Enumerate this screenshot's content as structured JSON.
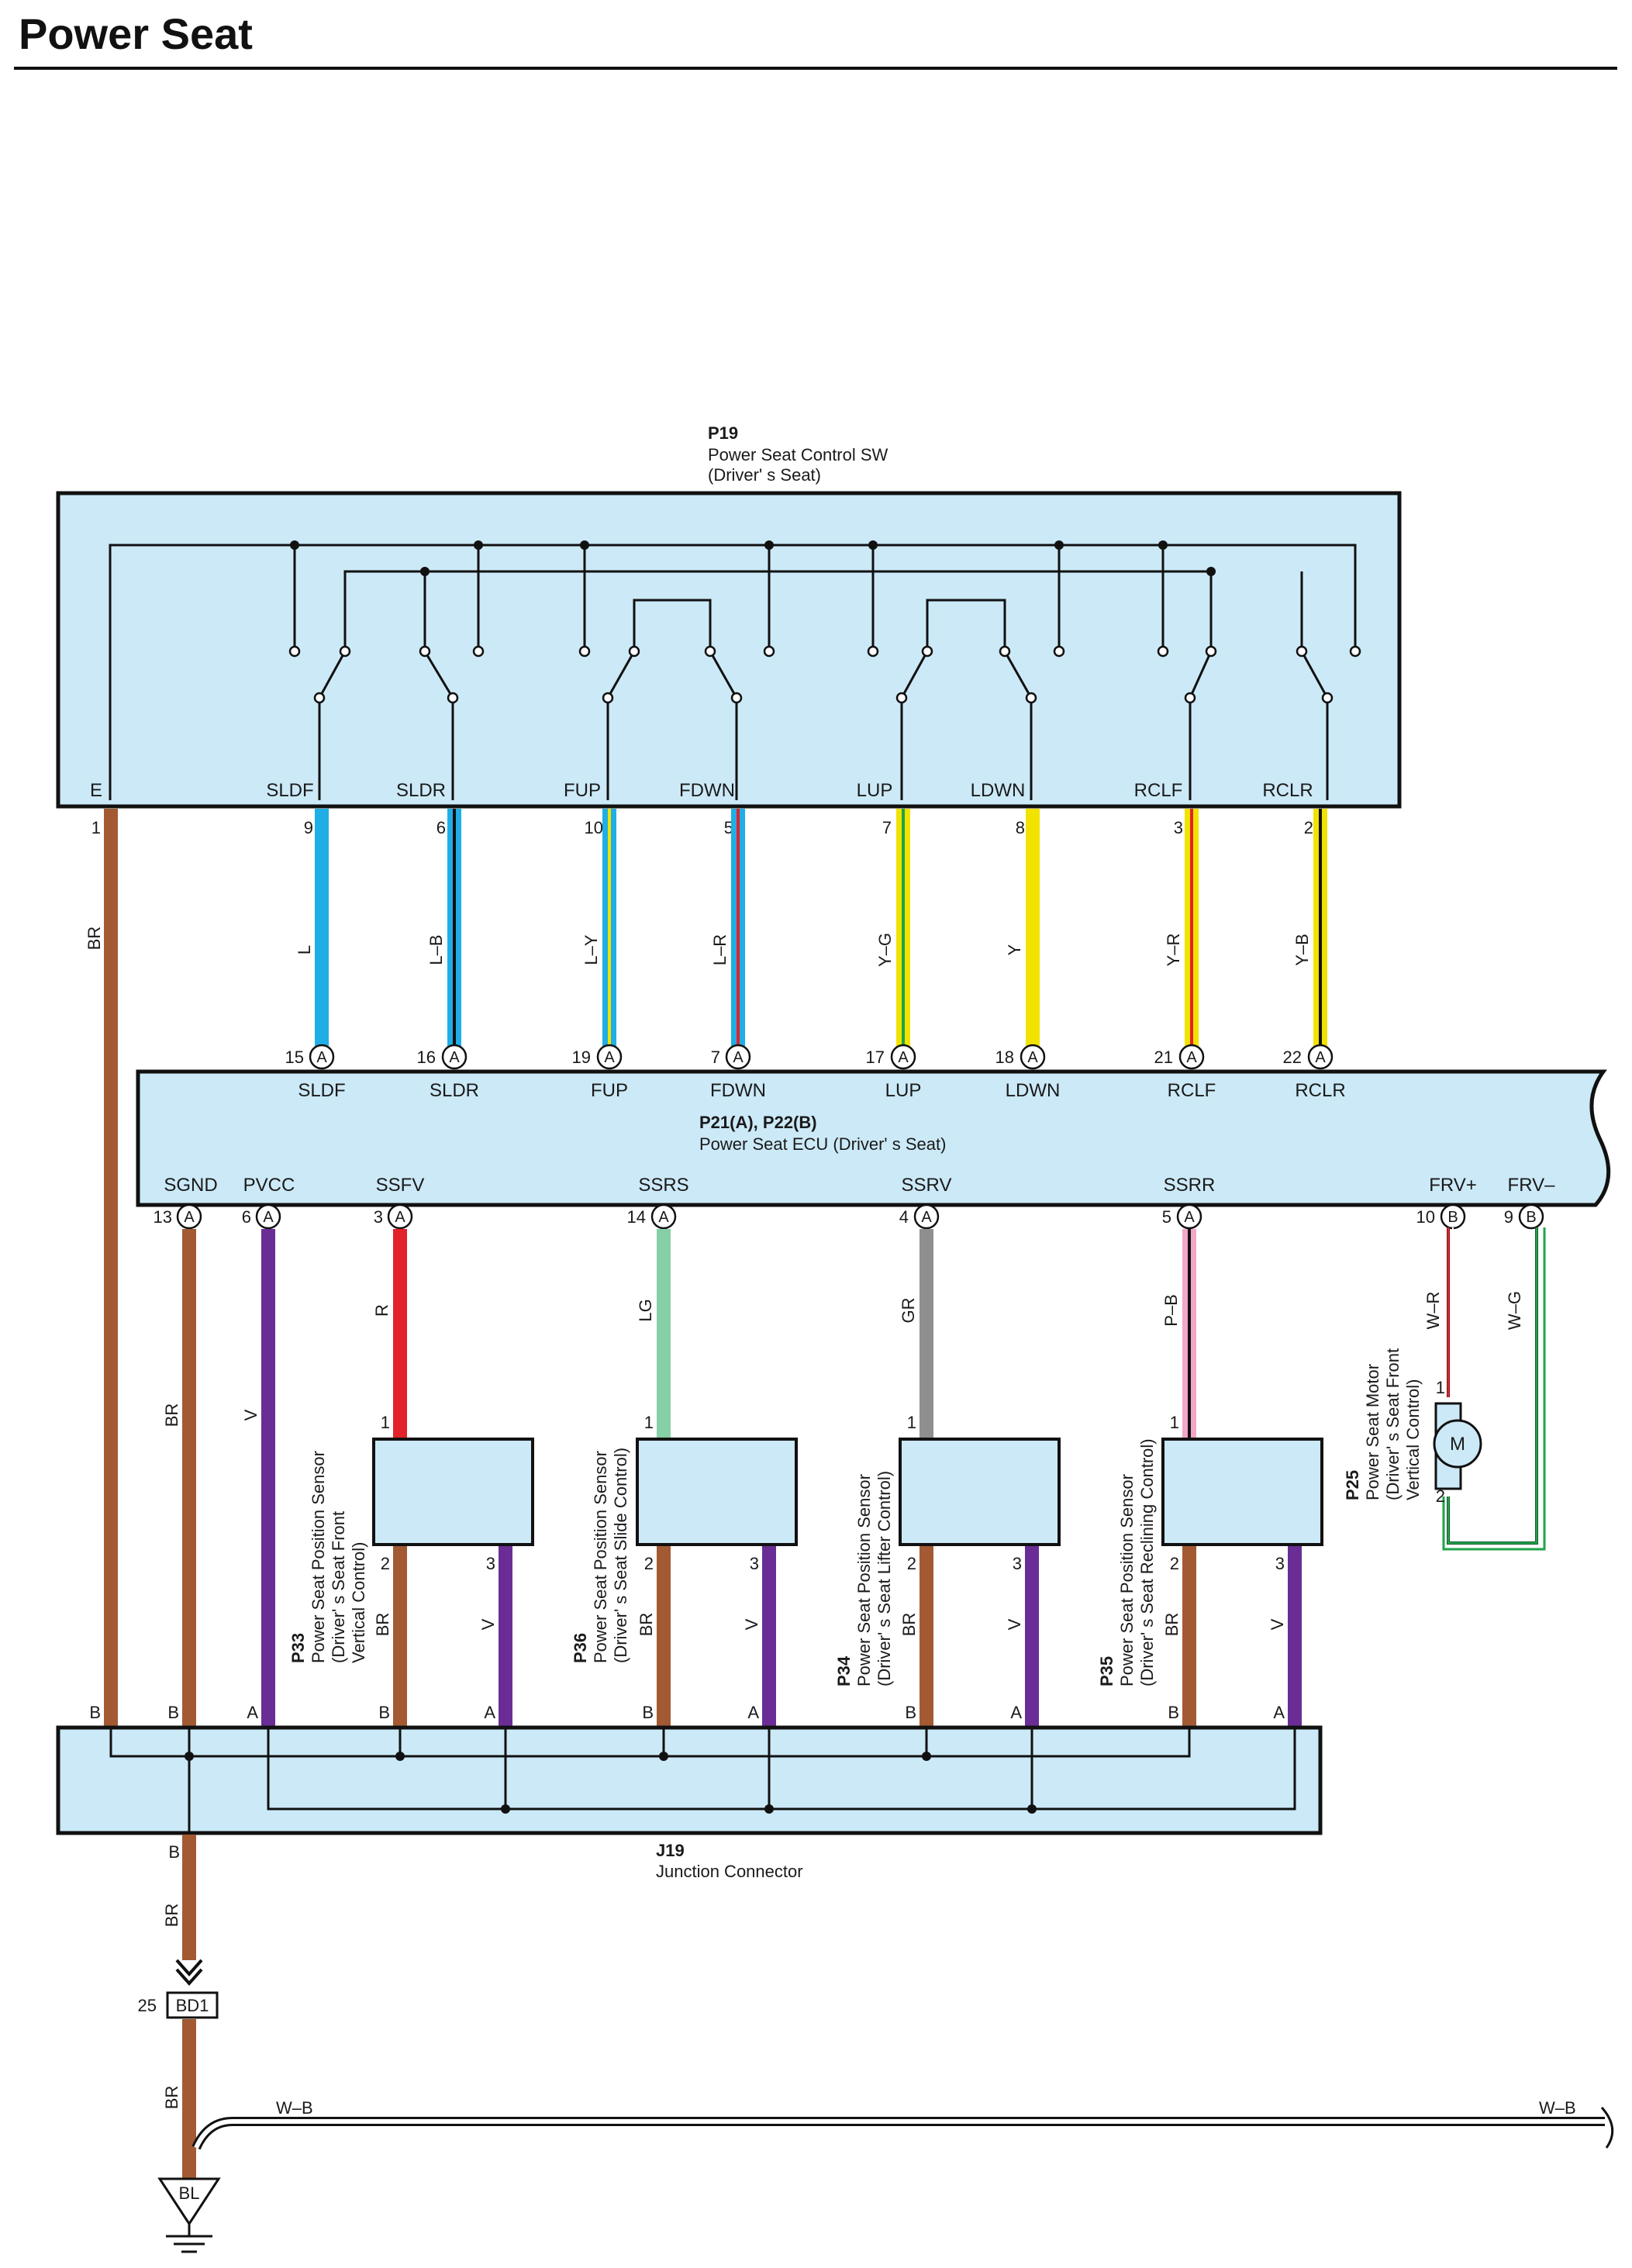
{
  "page": {
    "title": "Power Seat"
  },
  "colors": {
    "panel": "#cce9f7",
    "BR": "#a35a33",
    "L": "#1faee6",
    "Y": "#f2e200",
    "V": "#6a2d96",
    "R": "#e2222b",
    "LG": "#87cfa6",
    "GR": "#8f8f8f",
    "P": "#f2a6c8",
    "W": "#ffffff",
    "G": "#1ea34a",
    "B": "#111111"
  },
  "switch": {
    "code": "P19",
    "name": "Power Seat Control SW",
    "sub": "(Driver' s Seat)",
    "ground_term": "E",
    "ground_pin": "1",
    "ground_wire": "BR",
    "terminals": [
      {
        "name": "SLDF",
        "pin": "9",
        "wire": "L"
      },
      {
        "name": "SLDR",
        "pin": "6",
        "wire": "L–B"
      },
      {
        "name": "FUP",
        "pin": "10",
        "wire": "L–Y"
      },
      {
        "name": "FDWN",
        "pin": "5",
        "wire": "L–R"
      },
      {
        "name": "LUP",
        "pin": "7",
        "wire": "Y–G"
      },
      {
        "name": "LDWN",
        "pin": "8",
        "wire": "Y"
      },
      {
        "name": "RCLF",
        "pin": "3",
        "wire": "Y–R"
      },
      {
        "name": "RCLR",
        "pin": "2",
        "wire": "Y–B"
      }
    ]
  },
  "ecu": {
    "code": "P21(A), P22(B)",
    "name": "Power Seat ECU (Driver' s Seat)",
    "top_pins": [
      {
        "name": "SLDF",
        "pin": "15",
        "conn": "A"
      },
      {
        "name": "SLDR",
        "pin": "16",
        "conn": "A"
      },
      {
        "name": "FUP",
        "pin": "19",
        "conn": "A"
      },
      {
        "name": "FDWN",
        "pin": "7",
        "conn": "A"
      },
      {
        "name": "LUP",
        "pin": "17",
        "conn": "A"
      },
      {
        "name": "LDWN",
        "pin": "18",
        "conn": "A"
      },
      {
        "name": "RCLF",
        "pin": "21",
        "conn": "A"
      },
      {
        "name": "RCLR",
        "pin": "22",
        "conn": "A"
      }
    ],
    "bottom_pins": [
      {
        "name": "SGND",
        "pin": "13",
        "conn": "A",
        "wire": "BR"
      },
      {
        "name": "PVCC",
        "pin": "6",
        "conn": "A",
        "wire": "V"
      },
      {
        "name": "SSFV",
        "pin": "3",
        "conn": "A",
        "wire": "R"
      },
      {
        "name": "SSRS",
        "pin": "14",
        "conn": "A",
        "wire": "LG"
      },
      {
        "name": "SSRV",
        "pin": "4",
        "conn": "A",
        "wire": "GR"
      },
      {
        "name": "SSRR",
        "pin": "5",
        "conn": "A",
        "wire": "P–B"
      },
      {
        "name": "FRV+",
        "pin": "10",
        "conn": "B",
        "wire": "W–R"
      },
      {
        "name": "FRV–",
        "pin": "9",
        "conn": "B",
        "wire": "W–G"
      }
    ]
  },
  "sensors": [
    {
      "code": "P33",
      "line1": "Power Seat Position Sensor",
      "line2": "(Driver' s Seat Front",
      "line3": "Vertical Control)",
      "pin1": "1",
      "pin2": "2",
      "pin3": "3",
      "wire2": "BR",
      "wire3": "V",
      "jc2": "B",
      "jc3": "A"
    },
    {
      "code": "P36",
      "line1": "Power Seat Position Sensor",
      "line2": "(Driver' s Seat Slide Control)",
      "line3": "",
      "pin1": "1",
      "pin2": "2",
      "pin3": "3",
      "wire2": "BR",
      "wire3": "V",
      "jc2": "B",
      "jc3": "A"
    },
    {
      "code": "P34",
      "line1": "Power Seat Position Sensor",
      "line2": "(Driver' s Seat Lifter Control)",
      "line3": "",
      "pin1": "1",
      "pin2": "2",
      "pin3": "3",
      "wire2": "BR",
      "wire3": "V",
      "jc2": "B",
      "jc3": "A"
    },
    {
      "code": "P35",
      "line1": "Power Seat Position Sensor",
      "line2": "(Driver' s Seat Reclining Control)",
      "line3": "",
      "pin1": "1",
      "pin2": "2",
      "pin3": "3",
      "wire2": "BR",
      "wire3": "V",
      "jc2": "B",
      "jc3": "A"
    }
  ],
  "motor": {
    "code": "P25",
    "line1": "Power Seat Motor",
    "line2": "(Driver' s Seat Front",
    "line3": "Vertical Control)",
    "symbol": "M",
    "pin1": "1",
    "pin2": "2"
  },
  "junction": {
    "code": "J19",
    "name": "Junction Connector",
    "top_pins": [
      "B",
      "B",
      "A",
      "B",
      "A",
      "B",
      "A",
      "B",
      "A",
      "B",
      "A"
    ],
    "bottom_pin": "B",
    "bottom_wire": "BR"
  },
  "connector": {
    "pin": "25",
    "name": "BD1",
    "wire_below": "BR"
  },
  "ground": {
    "name": "BL",
    "branch_wire": "W–B",
    "branch_wire_right": "W–B"
  }
}
